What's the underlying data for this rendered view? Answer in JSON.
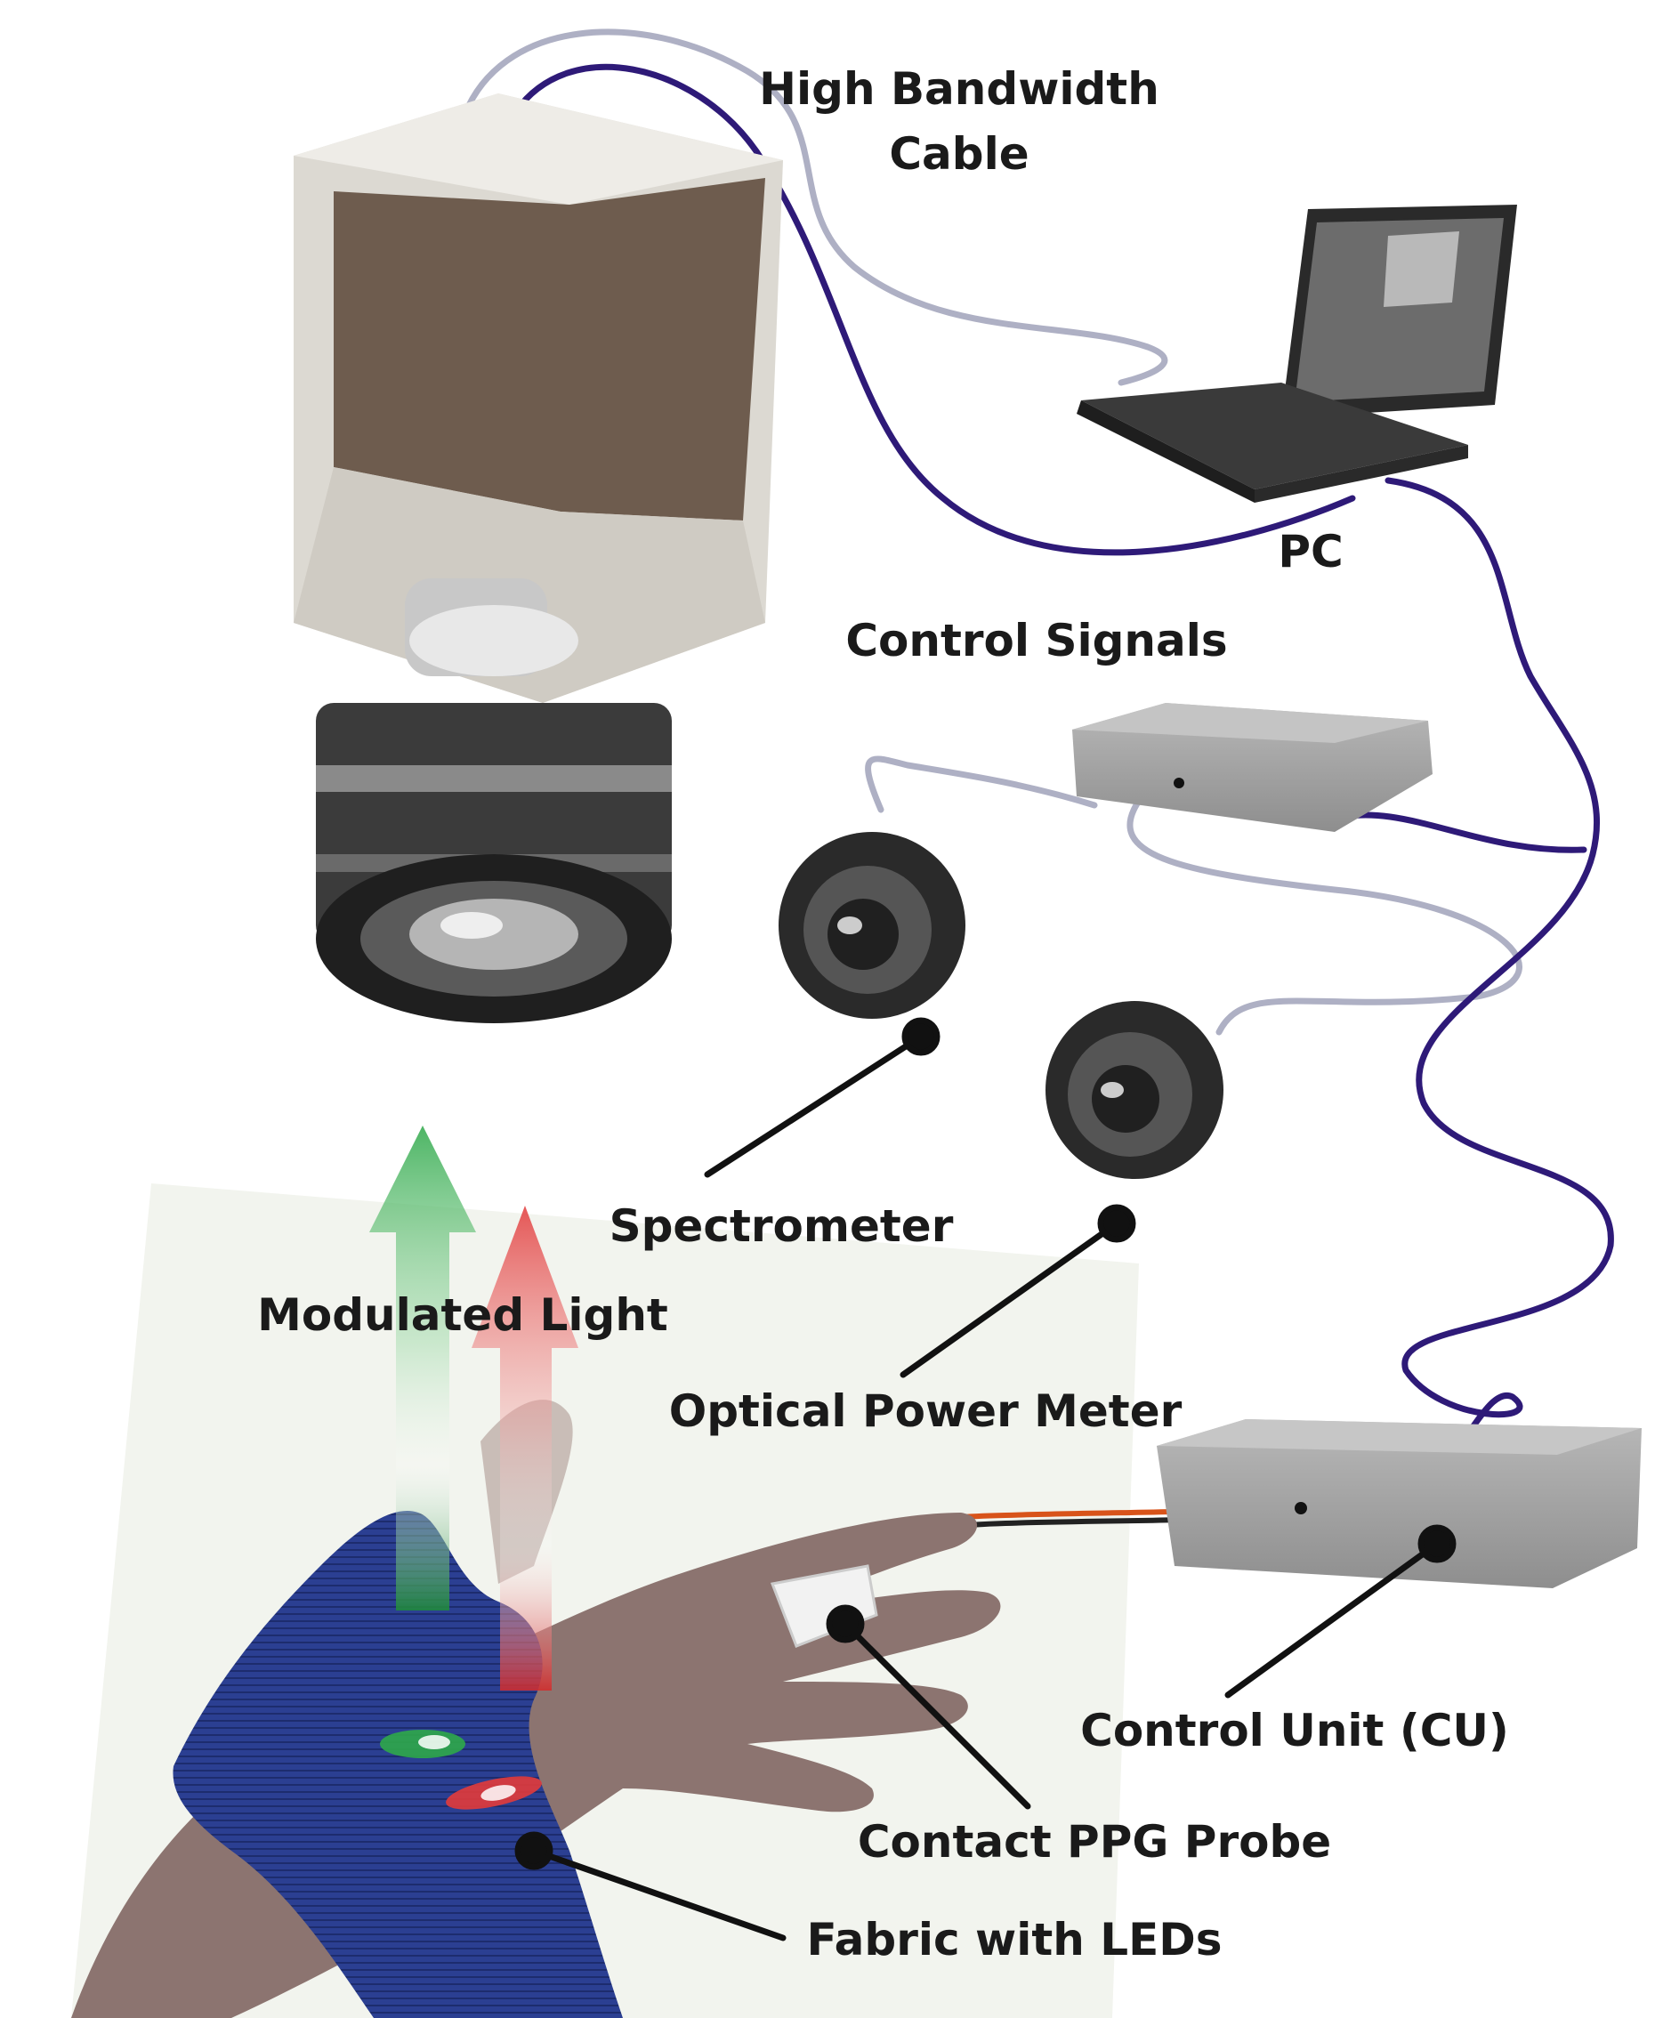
{
  "labels": {
    "cable_line1": "High Bandwidth",
    "cable_line2": "Cable",
    "pc": "PC",
    "control_signals": "Control Signals",
    "spectrometer": "Spectrometer",
    "modulated_light": "Modulated Light",
    "optical_power_meter": "Optical Power Meter",
    "control_unit": "Control Unit (CU)",
    "contact_ppg_probe": "Contact PPG Probe",
    "fabric_with_leds": "Fabric with LEDs"
  },
  "colors": {
    "signal_cable": "#2e1a78",
    "data_cable": "#aeb0c4",
    "fabric": "#2b3f92",
    "green_light": "#2fa84a",
    "red_light": "#e23b3b",
    "device_gray": "#9e9e9e",
    "camera_body": "#6e5c4e",
    "leader_line": "#111111"
  }
}
